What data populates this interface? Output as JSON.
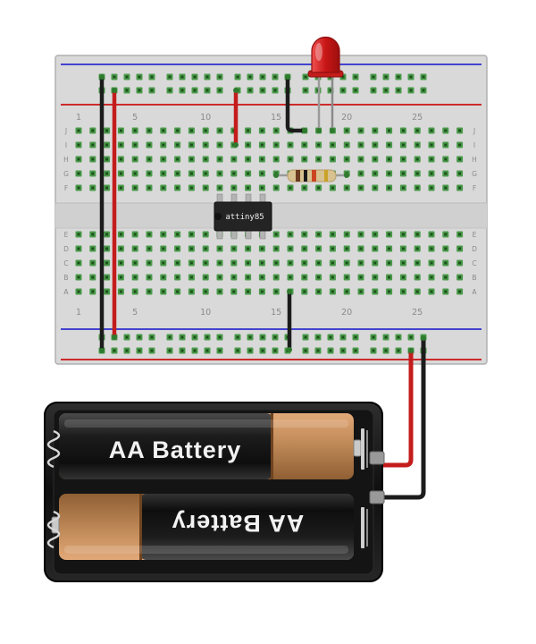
{
  "scene": {
    "background": "#ffffff"
  },
  "breadboard": {
    "column_labels": [
      "1",
      "5",
      "10",
      "15",
      "20",
      "25"
    ],
    "row_letters_top": [
      "J",
      "I",
      "H",
      "G",
      "F"
    ],
    "row_letters_bottom": [
      "E",
      "D",
      "C",
      "B",
      "A"
    ],
    "colors": {
      "board": "#d9d9d9",
      "channel": "#d0d0d0",
      "rail_blue": "#4343cf",
      "rail_red": "#cc2a2a",
      "hole_outer": "#4a9a4a",
      "hole_inner": "#1c4f1c",
      "label": "#8a8a8a"
    }
  },
  "chip": {
    "label": "attiny85",
    "body_color": "#242424",
    "pin_color": "#b3b3b3",
    "label_color": "#ededed"
  },
  "led": {
    "color": "#c41c1c"
  },
  "resistor": {
    "body_color": "#d8c291",
    "bands": [
      "#6b3a21",
      "#1a1a1a",
      "#cc4422",
      "#c9a227"
    ],
    "lead_color": "#9a9a9a"
  },
  "wires": {
    "red": "#c41c1c",
    "black": "#1c1c1c",
    "end_dot": "#2f7a2f"
  },
  "battery": {
    "top_label": "AA Battery",
    "bottom_label": "AA Battery",
    "holder_color": "#141414",
    "cell_black": "#1e1e1e",
    "cell_copper": "#c08a58",
    "contact_color": "#d6d6d6",
    "text_color": "#f2f2f2"
  }
}
